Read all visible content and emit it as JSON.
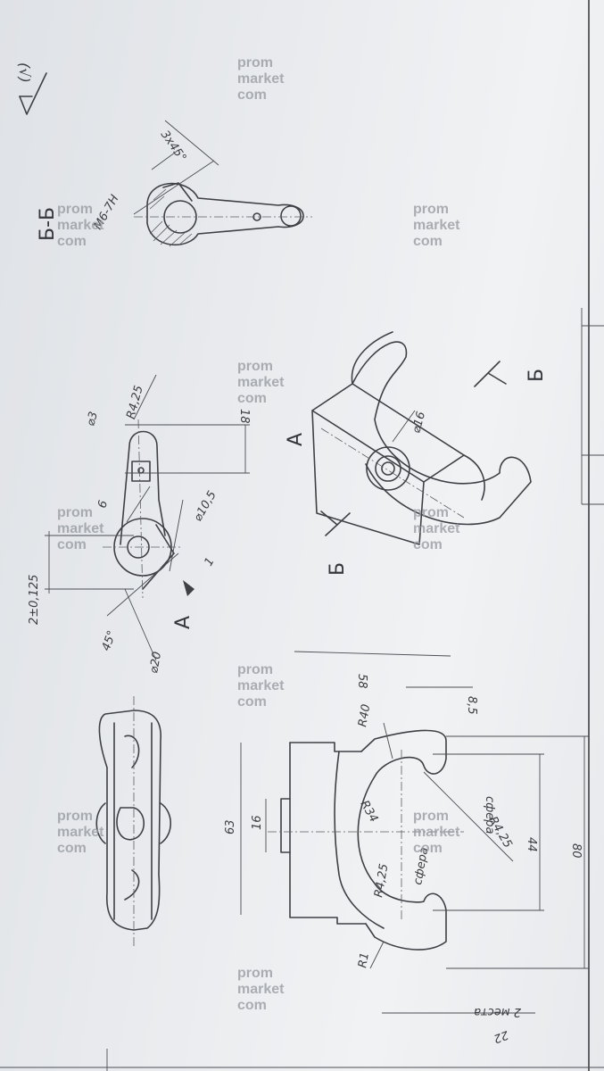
{
  "watermark": {
    "line1": "prom",
    "line2": "market",
    "line3": "com"
  },
  "roughness": {
    "symbol": "(√)"
  },
  "section_labels": {
    "section_bb": "Б-Б",
    "view_a": "А",
    "view_a_arrow": "А",
    "cut_b_upper": "Б",
    "cut_b_lower": "Б"
  },
  "dimensions": {
    "section": {
      "d1": "M6-7H",
      "d2": "3x45°"
    },
    "arm": {
      "r425": "R4,25",
      "d3": "⌀3",
      "d18": "18",
      "d6": "6",
      "d105": "⌀10,5",
      "d1": "1",
      "d2tol": "2±0,125",
      "d45": "45°",
      "d20": "⌀20"
    },
    "pictorial": {
      "d16": "⌀16"
    },
    "front": {
      "d58": "58",
      "d85": "8,5",
      "r40": "R40",
      "r34": "R34",
      "r425s": "R4,25",
      "sfera1": "сфера",
      "r425c": "R4,25",
      "sfera2": "сфера",
      "d63": "63",
      "d16": "16",
      "d44": "44",
      "d80": "80",
      "r1": "R1",
      "d22": "22",
      "mesta": "2 места"
    }
  }
}
